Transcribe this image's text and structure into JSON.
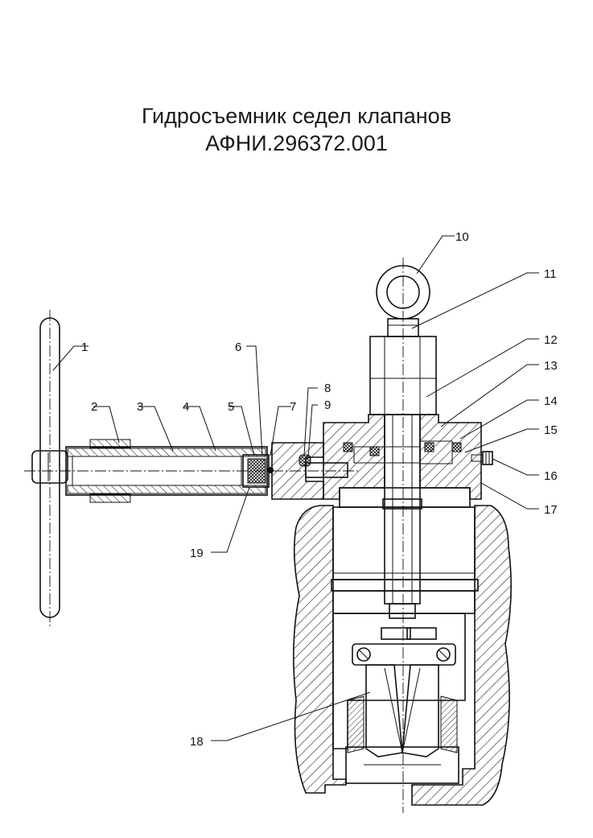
{
  "title": {
    "line1": "Гидросъемник седел клапанов",
    "line2": "АФНИ.296372.001"
  },
  "callouts": [
    "1",
    "2",
    "3",
    "4",
    "5",
    "6",
    "7",
    "8",
    "9",
    "10",
    "11",
    "12",
    "13",
    "14",
    "15",
    "16",
    "17",
    "18",
    "19"
  ]
}
